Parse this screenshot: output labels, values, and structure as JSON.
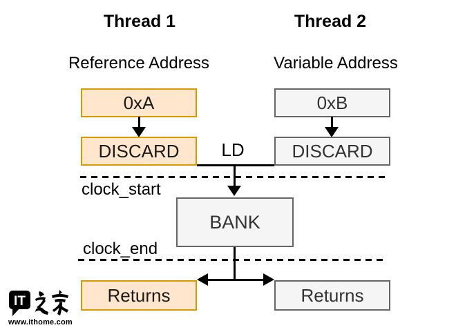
{
  "diagram": {
    "columns": [
      {
        "title": "Thread 1",
        "subtitle": "Reference Address"
      },
      {
        "title": "Thread 2",
        "subtitle": "Variable Address"
      }
    ],
    "boxes": {
      "t1_address": "0xA",
      "t2_address": "0xB",
      "t1_discard": "DISCARD",
      "t2_discard": "DISCARD",
      "bank": "BANK",
      "t1_returns": "Returns",
      "t2_returns": "Returns"
    },
    "labels": {
      "ld": "LD",
      "clock_start": "clock_start",
      "clock_end": "clock_end"
    },
    "colors": {
      "orange_fill": "#FFE6CC",
      "orange_stroke": "#D79B00",
      "gray_fill": "#F5F5F5",
      "gray_stroke": "#666666",
      "line": "#000000"
    }
  },
  "watermark": {
    "logo_latin": "IT",
    "logo_cjk": "之家",
    "url": "www.ithome.com"
  }
}
